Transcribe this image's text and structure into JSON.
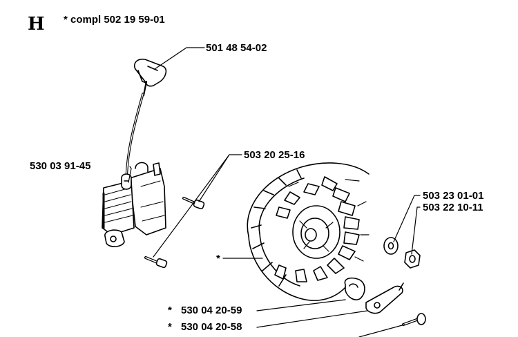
{
  "header": {
    "section_letter": "H",
    "compl_text": "* compl 502 19 59-01"
  },
  "parts": {
    "ignition_cap": "501 48 54-02",
    "ignition_module": "530 03 91-45",
    "screw": "503 20 25-16",
    "washer": "503 23 01-01",
    "nut": "503 22 10-11",
    "flywheel_marker": "*",
    "key_marker": "*",
    "key": "530 04 20-59",
    "pawl_marker": "*",
    "pawl": "530 04 20-58"
  }
}
